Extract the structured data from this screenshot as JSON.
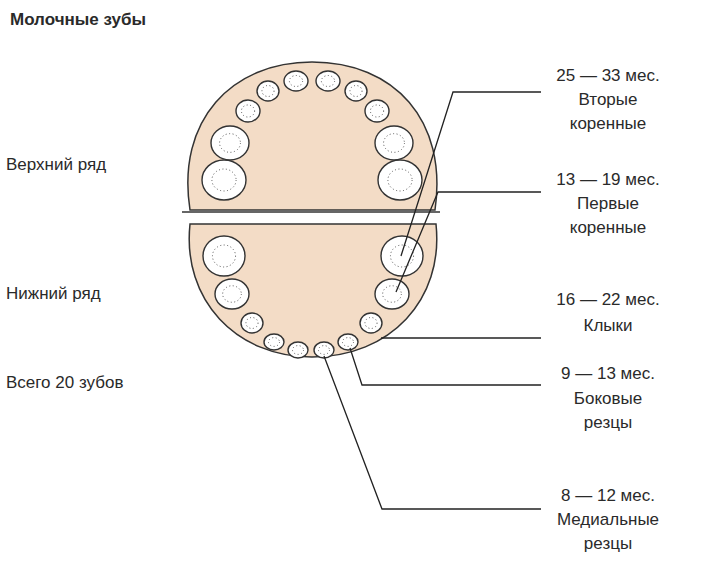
{
  "diagram": {
    "title": "Молочные зубы",
    "labels": [
      "Верхний ряд",
      "Нижний ряд",
      "Всего 20 зубов",
      "25 — 33 мес.",
      "Вторые коренные",
      "13 — 19 мес.",
      "Первые коренные",
      "16 — 22 мес.",
      "Клыки",
      "9 — 13 мес.",
      "Боковые резцы",
      "8 — 12 мес.",
      "Медиальные резцы"
    ]
  }
}
